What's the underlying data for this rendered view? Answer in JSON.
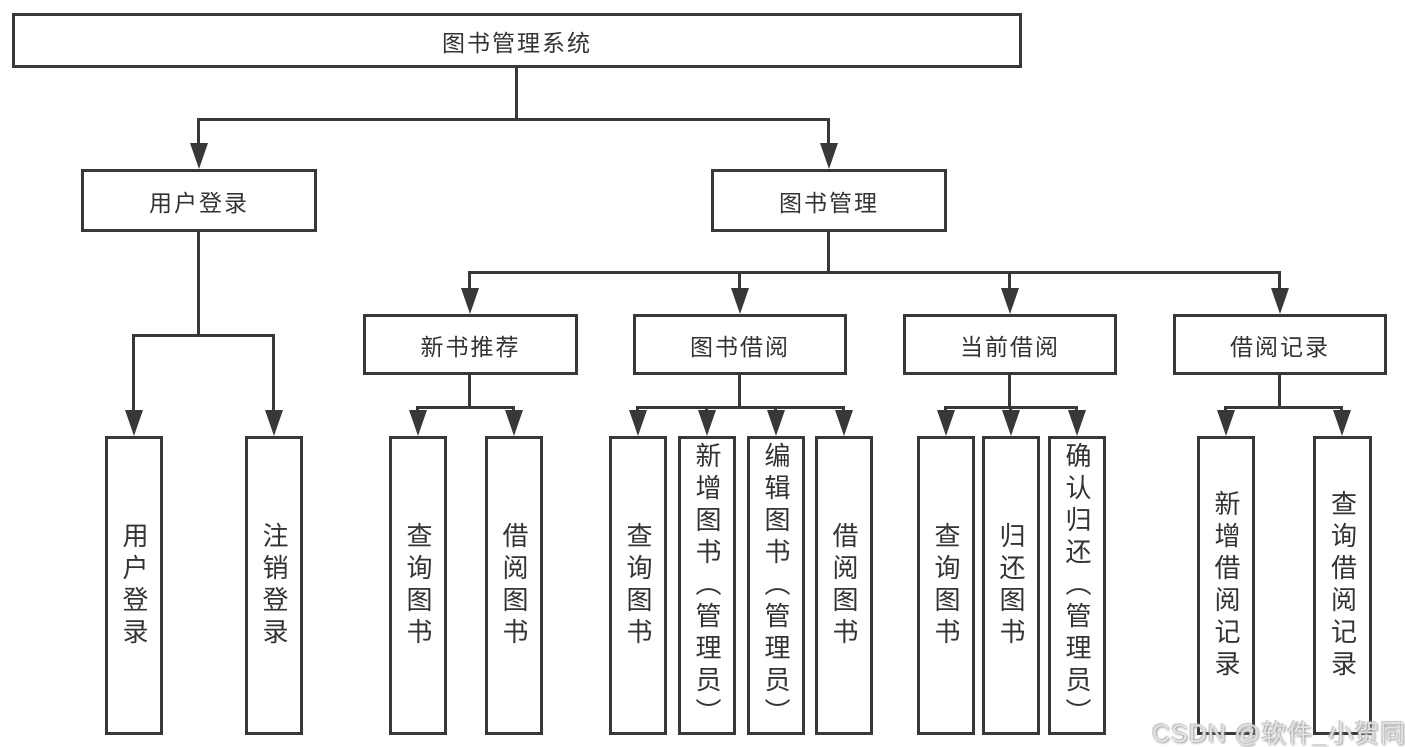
{
  "colors": {
    "line": "#383838",
    "text": "#333333",
    "background": "#ffffff",
    "watermark": "#e6e6e6"
  },
  "watermark": "CSDN @软件_小贺同学",
  "nodes": {
    "root": "图书管理系统",
    "user_login": "用户登录",
    "book_mgmt": "图书管理",
    "new_book_rec": "新书推荐",
    "book_borrow": "图书借阅",
    "current_borrow": "当前借阅",
    "borrow_records": "借阅记录",
    "ul_user_login": "用户登录",
    "ul_logout": "注销登录",
    "nbr_query_book": "查询图书",
    "nbr_borrow_book": "借阅图书",
    "bb_query_book": "查询图书",
    "bb_add_book": "新增图书（管理员）",
    "bb_edit_book": "编辑图书（管理员）",
    "bb_borrow_book": "借阅图书",
    "cb_query_book": "查询图书",
    "cb_return_book": "归还图书",
    "cb_confirm_return": "确认归还（管理员）",
    "br_add_record": "新增借阅记录",
    "br_query_record": "查询借阅记录"
  },
  "hierarchy": {
    "图书管理系统": [
      "用户登录",
      "图书管理"
    ],
    "用户登录": [
      "用户登录",
      "注销登录"
    ],
    "图书管理": [
      "新书推荐",
      "图书借阅",
      "当前借阅",
      "借阅记录"
    ],
    "新书推荐": [
      "查询图书",
      "借阅图书"
    ],
    "图书借阅": [
      "查询图书",
      "新增图书（管理员）",
      "编辑图书（管理员）",
      "借阅图书"
    ],
    "当前借阅": [
      "查询图书",
      "归还图书",
      "确认归还（管理员）"
    ],
    "借阅记录": [
      "新增借阅记录",
      "查询借阅记录"
    ]
  }
}
